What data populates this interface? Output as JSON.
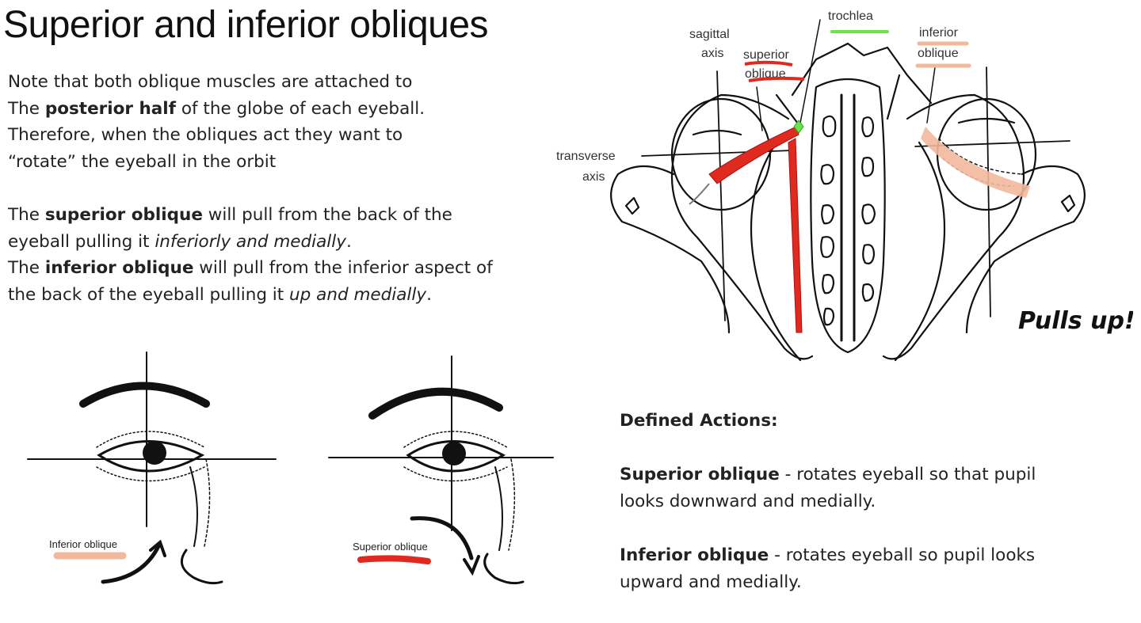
{
  "title": "Superior and inferior obliques",
  "intro": {
    "line1": "Note that both oblique muscles are attached to",
    "line2_pre": "The ",
    "line2_bold": "posterior half",
    "line2_post": " of the globe of each eyeball.",
    "line3": "Therefore, when the obliques act they want to",
    "line4": "“rotate” the eyeball in the orbit"
  },
  "pull": {
    "so_pre": "The ",
    "so_bold": "superior oblique",
    "so_post": " will pull from the back of the",
    "so_line2_pre": "eyeball pulling it ",
    "so_line2_italic": "inferiorly and medially",
    "so_line2_post": ".",
    "io_pre": "The ",
    "io_bold": "inferior oblique",
    "io_post": " will pull from the inferior aspect of",
    "io_line2_pre": "the back of the eyeball pulling it ",
    "io_line2_italic": "up and medially",
    "io_line2_post": "."
  },
  "diagram": {
    "labels": {
      "trochlea": "trochlea",
      "sagittal_1": "sagittal",
      "sagittal_2": "axis",
      "superior_1": "superior",
      "superior_2": "oblique",
      "inferior_1": "inferior",
      "inferior_2": "oblique",
      "transverse_1": "transverse",
      "transverse_2": "axis",
      "pulls_up": "Pulls up!"
    },
    "colors": {
      "trochlea_underline": "#6ee04a",
      "superior_red": "#e02a20",
      "inferior_peach": "#f2b89c"
    }
  },
  "eyes": {
    "left_label": "Inferior oblique",
    "right_label": "Superior oblique"
  },
  "actions": {
    "heading": "Defined Actions:",
    "so_bold": "Superior oblique",
    "so_line1": " - rotates eyeball so that pupil",
    "so_line2": "looks downward and medially.",
    "io_bold": "Inferior oblique",
    "io_line1": " - rotates eyeball so pupil looks",
    "io_line2": "upward and medially."
  }
}
